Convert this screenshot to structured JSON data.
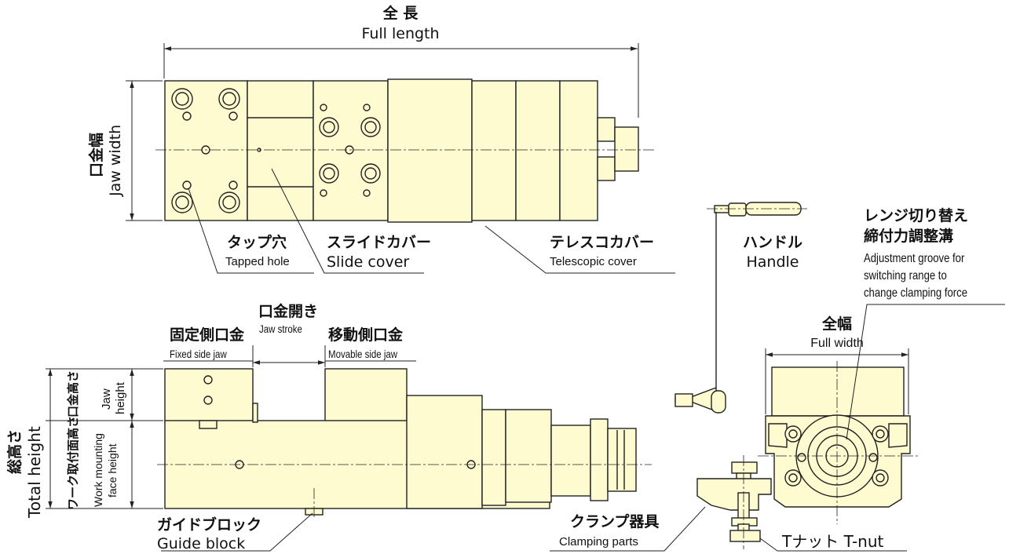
{
  "top_view": {
    "full_length_jp": "全 長",
    "full_length_en": "Full length",
    "jaw_width_jp": "口金幅",
    "jaw_width_en": "Jaw width",
    "tapped_hole_jp": "タップ穴",
    "tapped_hole_en": "Tapped hole",
    "slide_cover_jp": "スライドカバー",
    "slide_cover_en": "Slide cover",
    "telescopic_cover_jp": "テレスコカバー",
    "telescopic_cover_en": "Telescopic cover"
  },
  "handle": {
    "jp": "ハンドル",
    "en": "Handle"
  },
  "adjustment": {
    "jp_line1": "レンジ切り替え",
    "jp_line2": "締付力調整溝",
    "en_line1": "Adjustment groove for",
    "en_line2": "switching range to",
    "en_line3": "change clamping force"
  },
  "side_view": {
    "jaw_open_jp": "口金開き",
    "jaw_open_en": "Jaw stroke",
    "fixed_jaw_jp": "固定側口金",
    "fixed_jaw_en": "Fixed side jaw",
    "movable_jaw_jp": "移動側口金",
    "movable_jaw_en": "Movable side jaw",
    "total_height_jp": "総高さ",
    "total_height_en": "Total height",
    "work_face_jp": "ワーク取付面高さ",
    "jaw_height_jp": "口金高さ",
    "jaw_height_en1": "Jaw",
    "jaw_height_en2": "height",
    "work_face_en1": "Work mounting",
    "work_face_en2": "face height",
    "guide_block_jp": "ガイドブロック",
    "guide_block_en": "Guide block"
  },
  "end_view": {
    "full_width_jp": "全幅",
    "full_width_en": "Full width",
    "clamping_jp": "クランプ器具",
    "clamping_en": "Clamping parts",
    "tnut_label": "Tナット T-nut"
  },
  "colors": {
    "body_fill": "#fffbd0",
    "stroke": "#222222"
  }
}
